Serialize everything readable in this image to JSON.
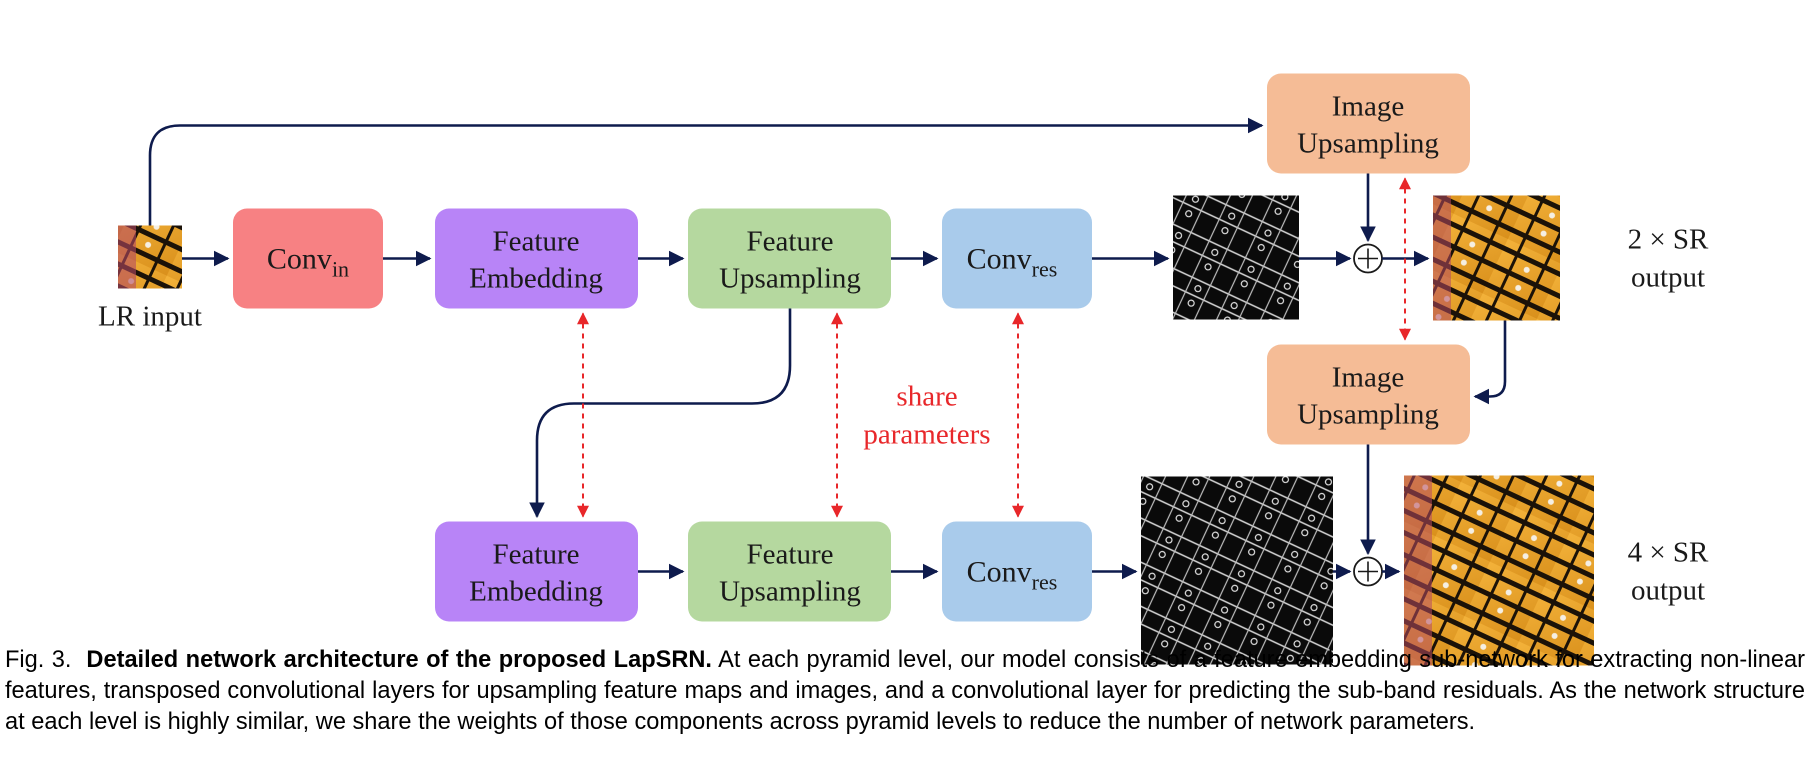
{
  "nodes": {
    "lr_input_label": "LR input",
    "conv_in": {
      "base": "Conv",
      "sub": "in"
    },
    "feature_embedding": [
      "Feature",
      "Embedding"
    ],
    "feature_upsampling": [
      "Feature",
      "Upsampling"
    ],
    "conv_res": {
      "base": "Conv",
      "sub": "res"
    },
    "image_upsampling": [
      "Image",
      "Upsampling"
    ],
    "output_2x": [
      "2 × SR",
      "output"
    ],
    "output_4x": [
      "4 × SR",
      "output"
    ],
    "share_parameters": [
      "share",
      "parameters"
    ],
    "plus_symbol": "+"
  },
  "colors": {
    "conv_in": "#f78183",
    "feature_embedding": "#b884f7",
    "feature_upsampling": "#b5d89f",
    "conv_res": "#a9cbeb",
    "image_upsampling": "#f5bc96",
    "arrow": "#0e1b4d",
    "share_arrow": "#e8272a"
  },
  "caption": {
    "fig": "Fig. 3.",
    "title": "Detailed network architecture of the proposed LapSRN.",
    "body": "At each pyramid level, our model consists of a feature embedding sub-network for extracting non-linear features, transposed convolutional layers for upsampling feature maps and images, and a convolutional layer for predicting the sub-band residuals. As the network structure at each level is highly similar, we share the weights of those components across pyramid levels to reduce the number of network parameters."
  }
}
